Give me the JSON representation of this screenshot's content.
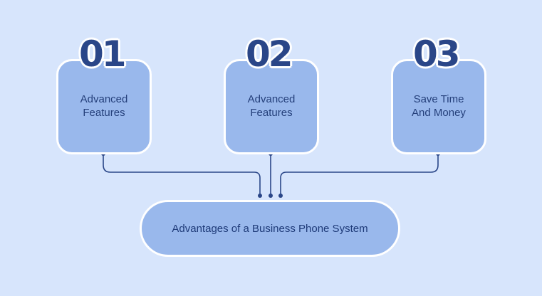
{
  "cards": [
    {
      "number": "01",
      "label_line1": "Advanced",
      "label_line2": "Features"
    },
    {
      "number": "02",
      "label_line1": "Advanced",
      "label_line2": "Features"
    },
    {
      "number": "03",
      "label_line1": "Save Time",
      "label_line2": "And Money"
    }
  ],
  "center": {
    "label": "Advantages of a Business Phone System"
  },
  "colors": {
    "background": "#d7e5fc",
    "card": "#99b8ec",
    "dark": "#2a4688"
  }
}
